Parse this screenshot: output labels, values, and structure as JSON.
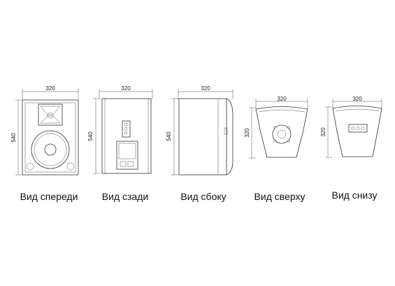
{
  "views": [
    {
      "id": "front",
      "caption": "Вид спереди",
      "width_label": "320",
      "height_label": "540"
    },
    {
      "id": "back",
      "caption": "Вид сзади",
      "width_label": "320",
      "height_label": "540"
    },
    {
      "id": "side",
      "caption": "Вид сбоку",
      "width_label": "320",
      "height_label": "540"
    },
    {
      "id": "top",
      "caption": "Вид сверху",
      "width_label": "320",
      "height_label": "320"
    },
    {
      "id": "bottom",
      "caption": "Вид снизу",
      "width_label": "320",
      "height_label": "320"
    }
  ],
  "colors": {
    "line": "#333333",
    "text": "#111111",
    "background": "#ffffff"
  }
}
